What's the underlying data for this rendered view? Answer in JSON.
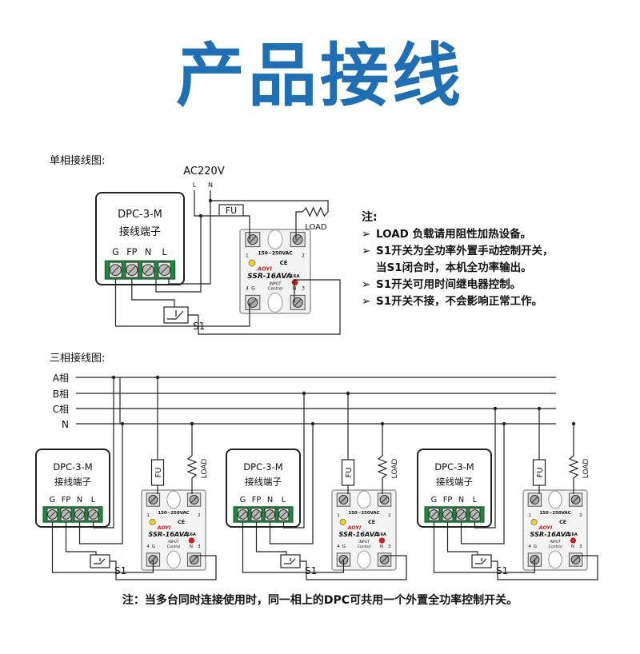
{
  "title": "产品接线",
  "single": {
    "heading": "单相接线图:",
    "source": "AC220V",
    "line_l": "L",
    "line_n": "N",
    "fuse": "FU",
    "load": "LOAD",
    "switch": "S1",
    "dpc": {
      "name": "DPC-3-M",
      "sub": "接线端子",
      "terminals": [
        "G",
        "FP",
        "N",
        "L"
      ]
    },
    "ssr": {
      "voltage": "150~250VAC",
      "brand": "AOYI",
      "model": "SSR-16AVA",
      "amp": "16A",
      "input": "INPUT",
      "control": "Control",
      "g": "G",
      "n": "N",
      "ce": "CE",
      "t1": "1",
      "t2": "2",
      "t3": "3",
      "t4": "4"
    }
  },
  "notes": {
    "heading": "注:",
    "items": [
      "LOAD 负载请用阻性加热设备。",
      "S1开关为全功率外置手动控制开关，",
      "S1开关可用时间继电器控制。",
      "S1开关不接，不会影响正常工作。"
    ],
    "continuation": "当S1闭合时，本机全功率输出。"
  },
  "three": {
    "heading": "三相接线图:",
    "lines": [
      "A相",
      "B相",
      "C相",
      "N"
    ]
  },
  "bottom_note": "注：当多台同时连接使用时，同一相上的DPC可共用一个外置全功率控制开关。"
}
